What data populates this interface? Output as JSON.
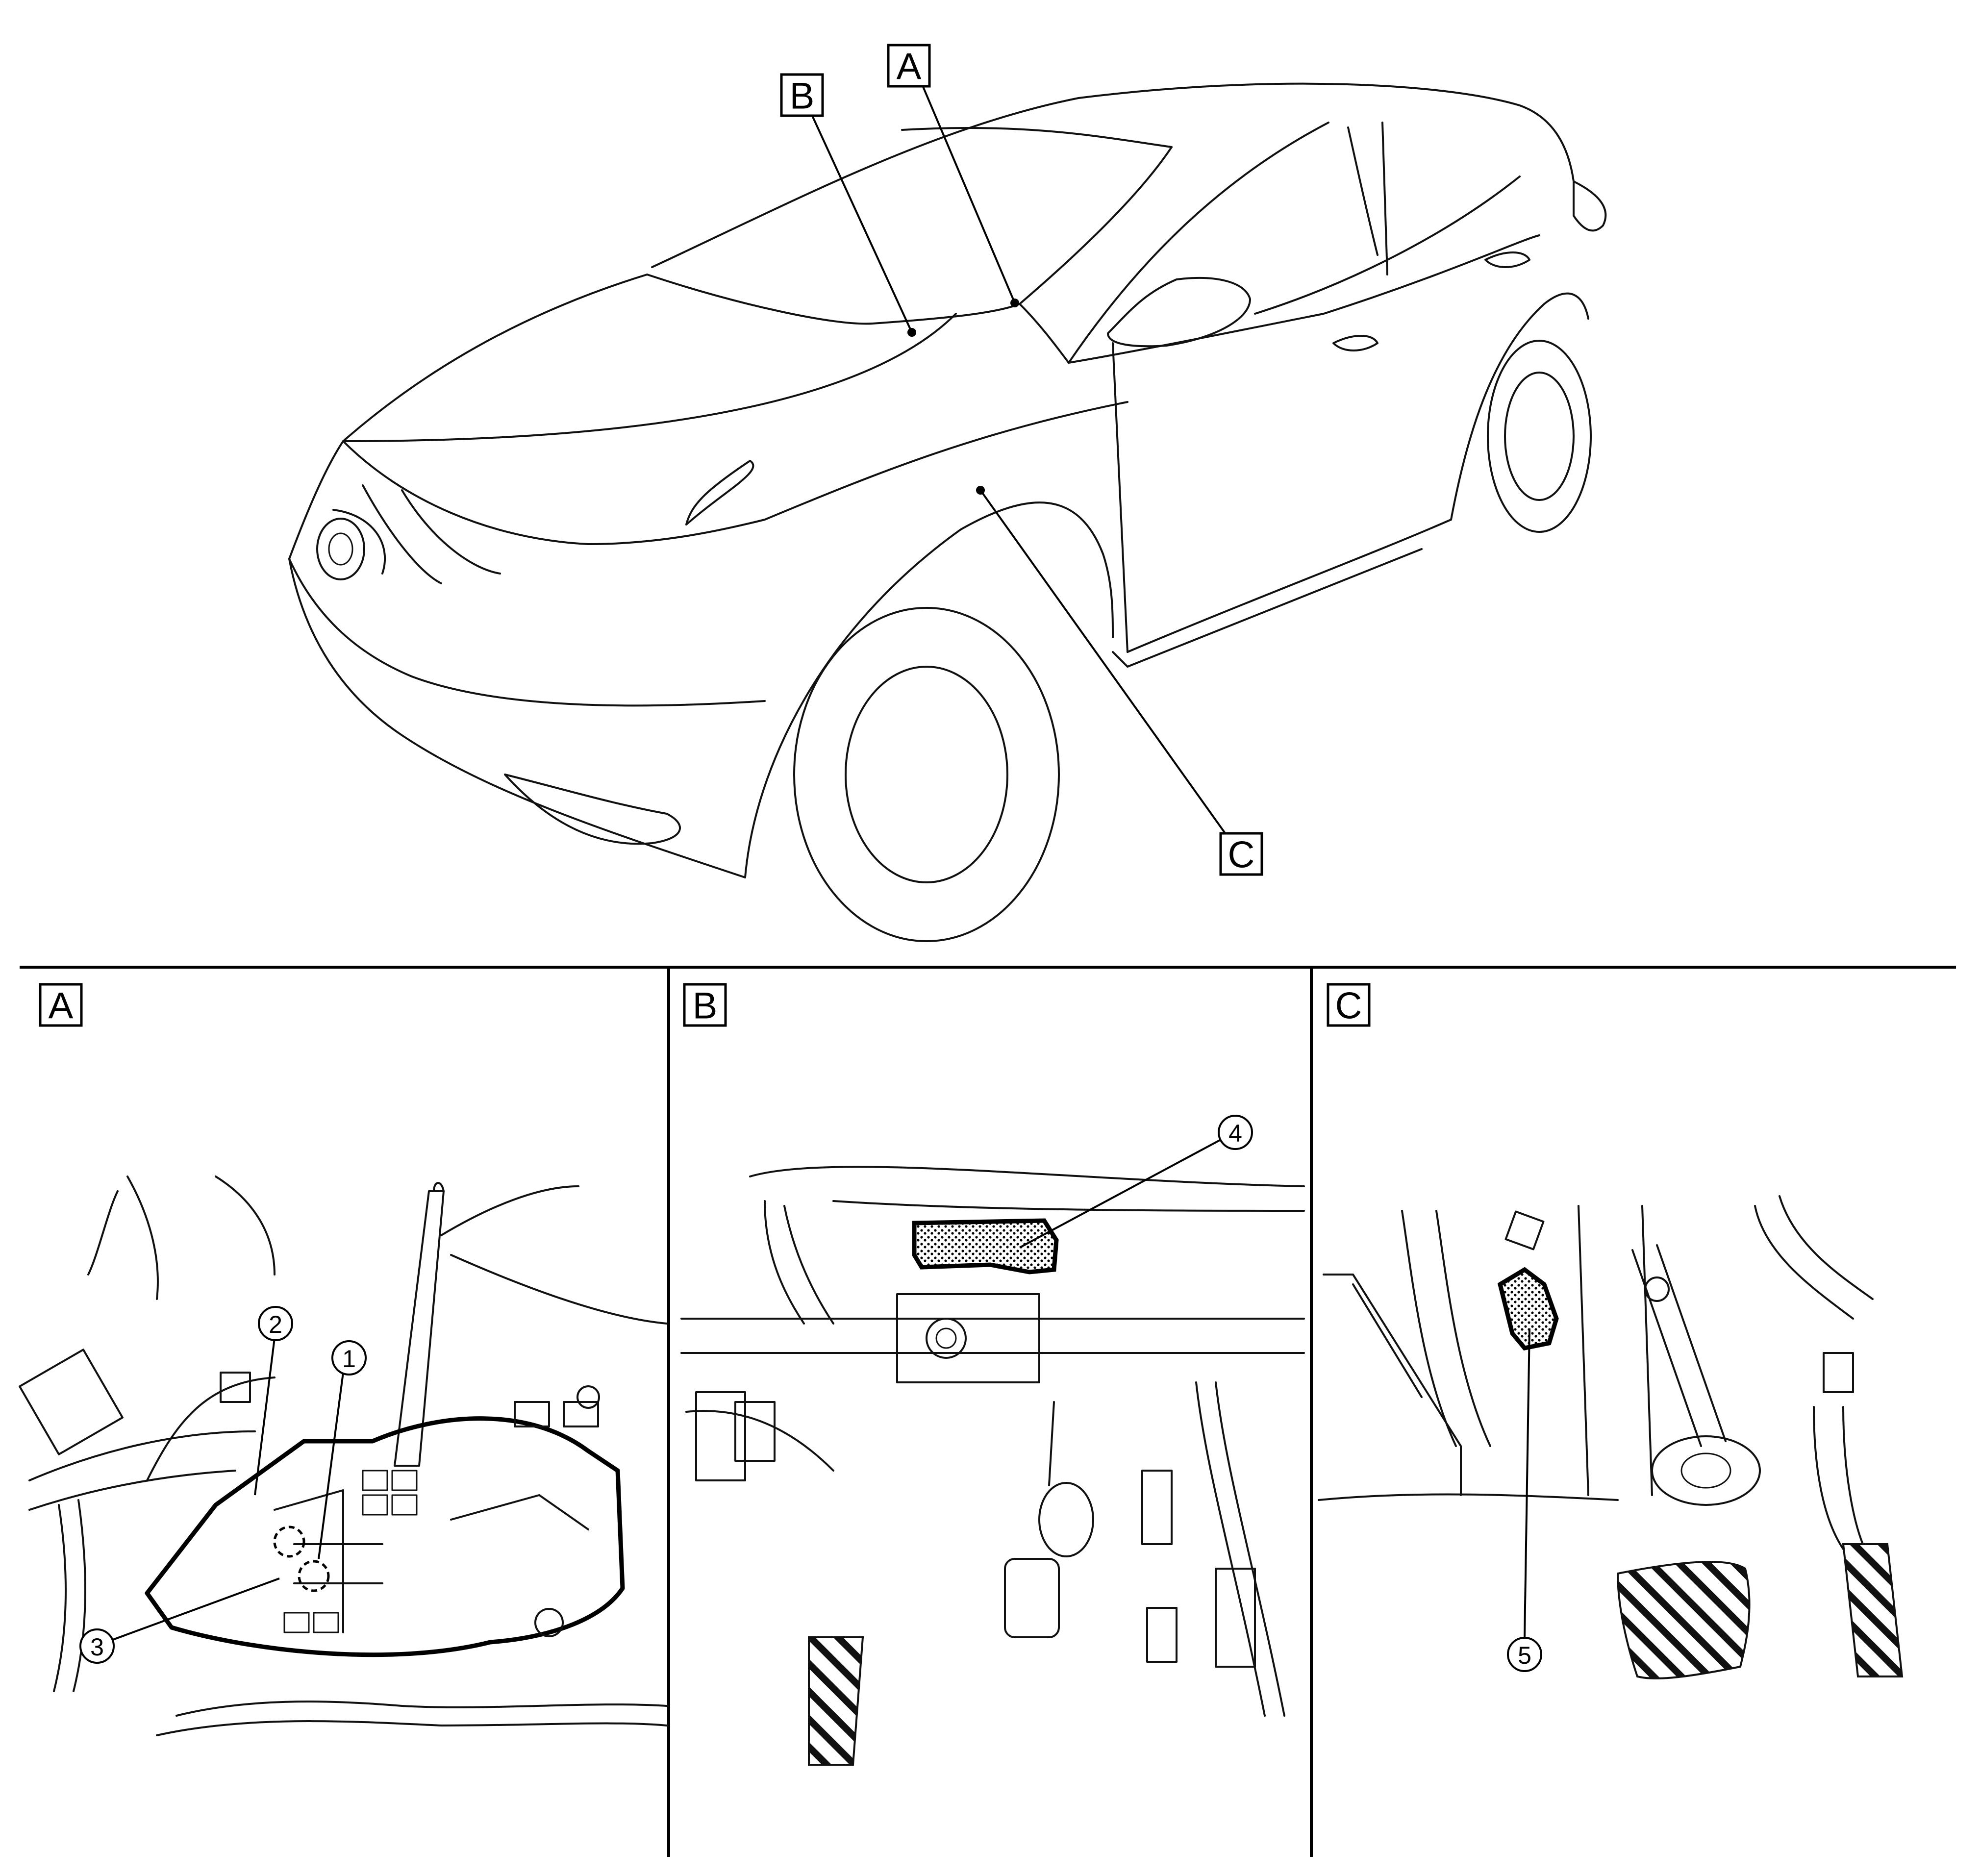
{
  "callouts": {
    "car": {
      "a": "A",
      "b": "B",
      "c": "C"
    },
    "panels": {
      "a": "A",
      "b": "B",
      "c": "C"
    }
  },
  "numbers": {
    "n1": "1",
    "n2": "2",
    "n3": "3",
    "n4": "4",
    "n5": "5"
  }
}
